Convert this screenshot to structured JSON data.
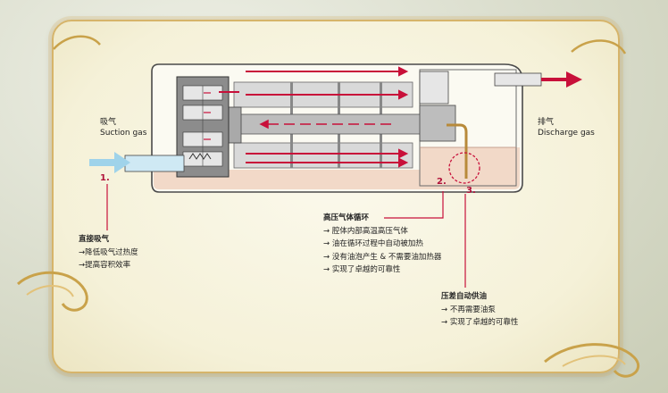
{
  "suction": {
    "cn": "吸气",
    "en": "Suction gas"
  },
  "discharge": {
    "cn": "排气",
    "en": "Discharge gas"
  },
  "markers": [
    "1.",
    "2.",
    "3."
  ],
  "section1": {
    "title": "直接吸气",
    "items": [
      "→降低吸气过热度",
      "→提高容积效率"
    ]
  },
  "section2": {
    "title": "高压气体循环",
    "items": [
      "→ 腔体内部高温高压气体",
      "→ 油在循环过程中自动被加热",
      "→ 没有油泡产生 & 不需要油加热器",
      "→ 实现了卓越的可靠性"
    ]
  },
  "section3": {
    "title": "压差自动供油",
    "items": [
      "→ 不再需要油泵",
      "→ 实现了卓越的可靠性"
    ]
  },
  "colors": {
    "accent": "#c8103a",
    "frame": "#d6b46a",
    "oil": "#f2d9c8",
    "inlet": "#9fd3ea"
  }
}
